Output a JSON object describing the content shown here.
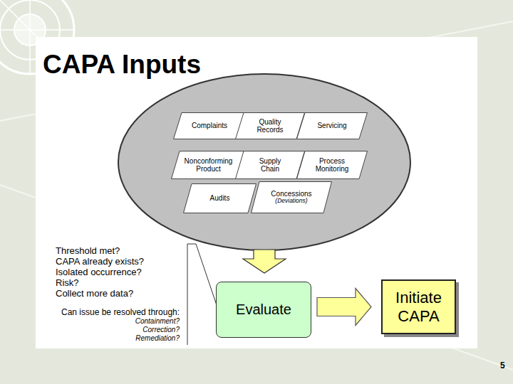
{
  "diagram": {
    "title": "CAPA Inputs",
    "nodes": [
      {
        "text": []
      },
      {
        "text": [
          "Complaints"
        ],
        "in": 0
      },
      {
        "text": [
          "Quality Records"
        ],
        "in": 0
      },
      {
        "text": [
          "Servicing"
        ],
        "in": 0
      },
      {
        "text": [
          "Nonconforming Product"
        ],
        "in": 0
      },
      {
        "text": [
          "Supply Chain"
        ],
        "in": 0
      },
      {
        "text": [
          "Process Monitoring"
        ],
        "in": 0
      },
      {
        "text": [
          "Audits"
        ],
        "in": 0
      },
      {
        "text": [
          "Concessions",
          "(Deviations)"
        ],
        "in": 0
      },
      {
        "text": [
          "Evaluate"
        ]
      },
      {
        "text": [
          "Initiate CAPA"
        ]
      }
    ],
    "edges": [
      {
        "from": 0,
        "to": 9,
        "arrow": "to"
      },
      {
        "from": 9,
        "to": 10,
        "arrow": "to"
      }
    ],
    "labels": [
      "Threshold met?",
      "CAPA already exists?",
      "Isolated occurrence?",
      "Risk?",
      "Collect more data?",
      "Can issue be resolved through:",
      "Containment?",
      "Correction?",
      "Remediation?",
      "5"
    ]
  }
}
